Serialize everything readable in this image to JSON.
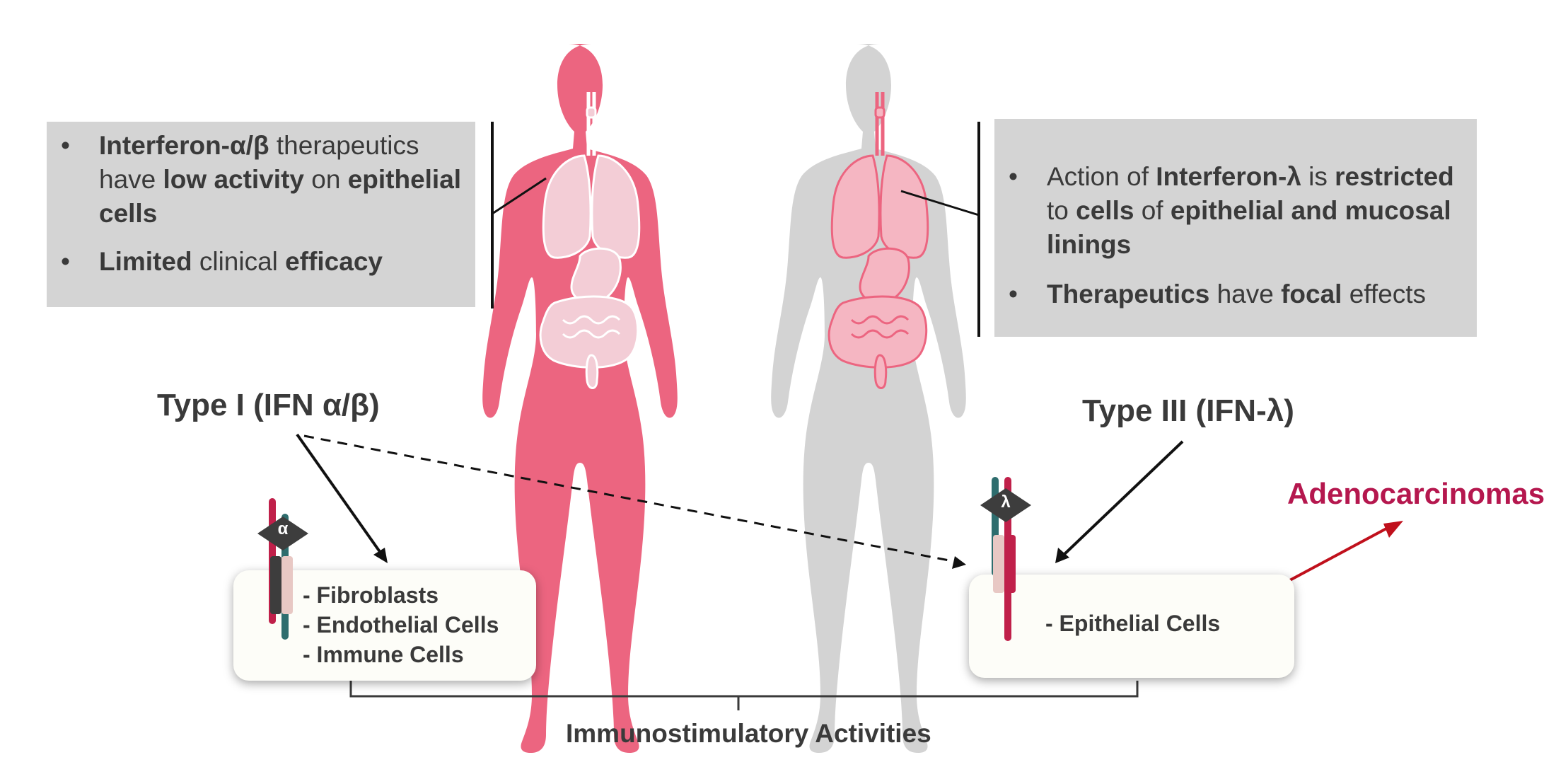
{
  "left_box": {
    "bullet1": {
      "p1": "Interferon-α/β",
      "p2": " therapeutics have ",
      "p3": "low activity",
      "p4": " on ",
      "p5": "epithelial cells"
    },
    "bullet2": {
      "p1": "Limited",
      "p2": " clinical ",
      "p3": "efficacy"
    }
  },
  "right_box": {
    "bullet1": {
      "p1": "Action of ",
      "p2": "Interferon-λ",
      "p3": " is ",
      "p4": "restricted",
      "p5": " to ",
      "p6": "cells",
      "p7": " of ",
      "p8": "epithelial and mucosal linings"
    },
    "bullet2": {
      "p1": "Therapeutics",
      "p2": " have ",
      "p3": "focal",
      "p4": " effects"
    }
  },
  "type1_label": "Type I (IFN α/β)",
  "type3_label": "Type III (IFN-λ)",
  "receptor_alpha_symbol": "α",
  "receptor_lambda_symbol": "λ",
  "type1_cells": [
    "- Fibroblasts",
    "- Endothelial Cells",
    "- Immune Cells"
  ],
  "type3_cells": [
    "- Epithelial Cells"
  ],
  "adenocarcinomas_label": "Adenocarcinomas",
  "bottom_label": "Immunostimulatory Activities",
  "colors": {
    "pink_body": "#ec6580",
    "grey_body": "#d3d3d3",
    "box_bg": "#d4d4d4",
    "accent_red": "#b5174e",
    "arrow_red": "#c0101c",
    "receptor_teal": "#2e6d6e",
    "receptor_red": "#c0204a",
    "receptor_dark": "#3d3d3d",
    "receptor_pale": "#e8c8c4"
  },
  "icons": [
    "female-body-pink",
    "female-body-grey",
    "alpha-receptor-icon",
    "lambda-receptor-icon"
  ]
}
